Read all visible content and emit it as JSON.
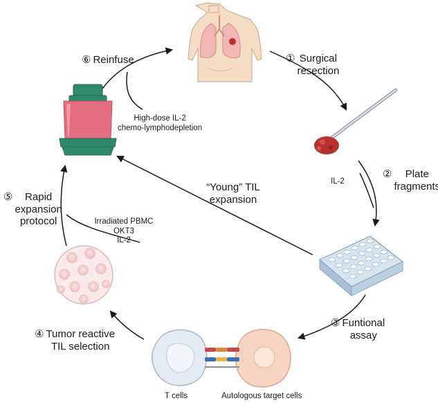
{
  "steps": {
    "surgical": {
      "num": "①",
      "line1": "Surgical",
      "line2": "resection"
    },
    "plate": {
      "num": "②",
      "line1": "Plate",
      "line2": "fragments"
    },
    "assay": {
      "num": "③",
      "line1": "Funtional",
      "line2": "assay"
    },
    "selection": {
      "num": "④",
      "line1": "Tumor reactive",
      "line2": "TIL selection"
    },
    "rapid": {
      "num": "⑤",
      "line1": "Rapid",
      "line2": "expansion",
      "line3": "protocol"
    },
    "reinfuse": {
      "num": "⑥",
      "line1": "Reinfuse"
    }
  },
  "notes": {
    "il2": "IL-2",
    "high_dose_line1": "High-dose IL-2",
    "high_dose_line2": "chemo-lymphodepletion",
    "rep_line1": "Irradiated PBMC",
    "rep_line2": "OKT3",
    "rep_line3": "IL-2",
    "young_line1": "“Young” TIL",
    "young_line2": "expansion"
  },
  "cells": {
    "t_cells": "T cells",
    "target_cells": "Autologous target cells"
  },
  "colors": {
    "skin": "#f5dcc4",
    "lung": "#f3b8b6",
    "tumor": "#b8312f",
    "bag_body": "#e56d82",
    "bag_cap": "#2f8a6a",
    "plate": "#d6e4f0",
    "t_cell": "#e4eaf1",
    "target_cell": "#f5d4c2",
    "arrow": "#1a1a1a"
  }
}
